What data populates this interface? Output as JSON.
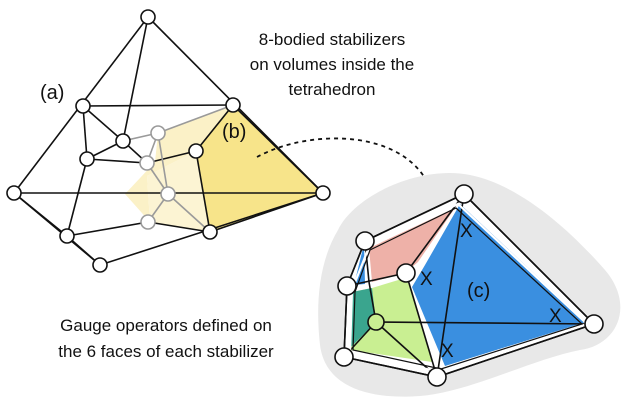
{
  "labels": {
    "a": "(a)",
    "b": "(b)",
    "c": "(c)",
    "x": "X"
  },
  "captions": {
    "top": [
      "8-bodied stabilizers",
      "on volumes inside the",
      "tetrahedron"
    ],
    "bottom": [
      "Gauge operators defined on",
      "the 6 faces of each stabilizer"
    ]
  },
  "colors": {
    "yellow_face": "#f7e48a",
    "light_yellow_face": "#fbf1c7",
    "red_face": "#eeb1a8",
    "blue_face": "#3a8fe0",
    "green_face": "#c9ef92",
    "teal_face": "#3aa58e",
    "shadow": "#e6e6e6",
    "edge": "#111111",
    "grey_edge": "#999999"
  }
}
